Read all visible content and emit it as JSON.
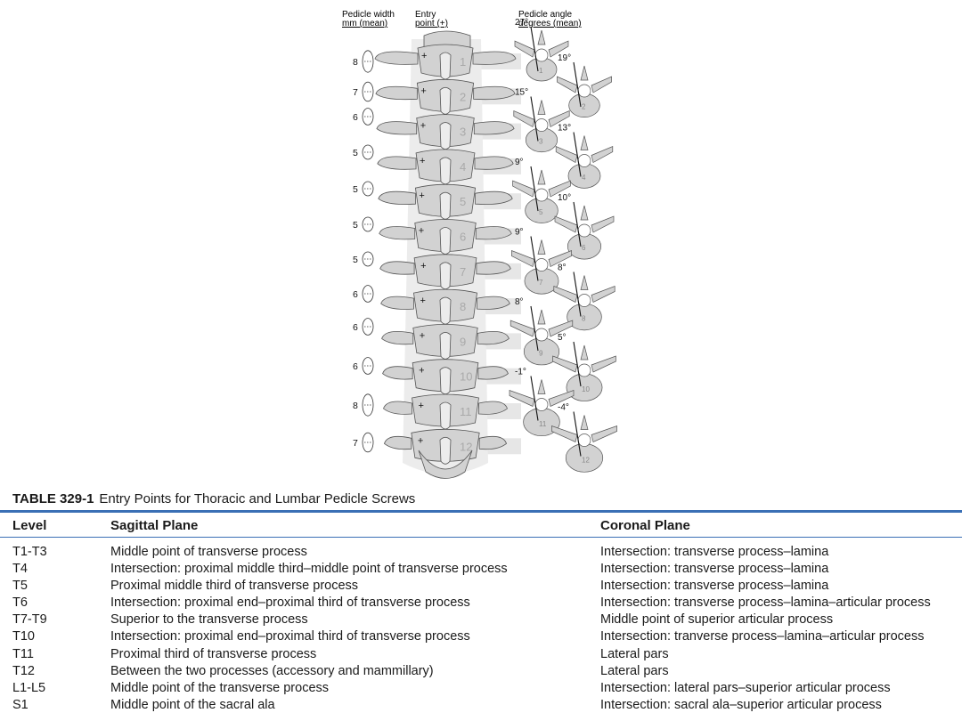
{
  "figure": {
    "headers": {
      "pedicle_width_line1": "Pedicle width",
      "pedicle_width_line2": "mm (mean)",
      "entry_line1": "Entry",
      "entry_line2": "point (+)",
      "angle_line1": "Pedicle angle",
      "angle_line2": "degrees (mean)"
    },
    "vertebrae": [
      {
        "level": "1",
        "width_mm": "8",
        "angle_label": "27°"
      },
      {
        "level": "2",
        "width_mm": "7",
        "angle_label": "19°"
      },
      {
        "level": "3",
        "width_mm": "6",
        "angle_label": "15°"
      },
      {
        "level": "4",
        "width_mm": "5",
        "angle_label": "13°"
      },
      {
        "level": "5",
        "width_mm": "5",
        "angle_label": "9°"
      },
      {
        "level": "6",
        "width_mm": "5",
        "angle_label": "10°"
      },
      {
        "level": "7",
        "width_mm": "5",
        "angle_label": "9°"
      },
      {
        "level": "8",
        "width_mm": "6",
        "angle_label": "8°"
      },
      {
        "level": "9",
        "width_mm": "6",
        "angle_label": "8°"
      },
      {
        "level": "10",
        "width_mm": "6",
        "angle_label": "5°"
      },
      {
        "level": "11",
        "width_mm": "8",
        "angle_label": "-1°"
      },
      {
        "level": "12",
        "width_mm": "7",
        "angle_label": "-4°"
      }
    ],
    "colors": {
      "bone": "#d2d2d2",
      "bone_dark": "#a9a9a9",
      "bone_light": "#ececec",
      "outline": "#555555",
      "connector": "#e6e6e6"
    }
  },
  "table": {
    "number": "TABLE 329-1",
    "title": "Entry Points for Thoracic and Lumbar Pedicle Screws",
    "headers": {
      "level": "Level",
      "sagittal": "Sagittal Plane",
      "coronal": "Coronal Plane"
    },
    "rule_color": "#3a6fb5",
    "rows": [
      {
        "level": "T1-T3",
        "sagittal": "Middle point of transverse process",
        "coronal": "Intersection: transverse process–lamina"
      },
      {
        "level": "T4",
        "sagittal": "Intersection: proximal middle third–middle point of transverse process",
        "coronal": "Intersection: transverse process–lamina"
      },
      {
        "level": "T5",
        "sagittal": "Proximal middle third of transverse process",
        "coronal": "Intersection: transverse process–lamina"
      },
      {
        "level": "T6",
        "sagittal": "Intersection: proximal end–proximal third of transverse process",
        "coronal": "Intersection: transverse process–lamina–articular process"
      },
      {
        "level": "T7-T9",
        "sagittal": "Superior to the transverse process",
        "coronal": "Middle point of superior articular process"
      },
      {
        "level": "T10",
        "sagittal": "Intersection: proximal end–proximal third of transverse process",
        "coronal": "Intersection: tranverse process–lamina–articular process"
      },
      {
        "level": "T11",
        "sagittal": "Proximal third of transverse process",
        "coronal": "Lateral pars"
      },
      {
        "level": "T12",
        "sagittal": "Between the two processes (accessory and mammillary)",
        "coronal": "Lateral pars"
      },
      {
        "level": "L1-L5",
        "sagittal": "Middle point of the transverse process",
        "coronal": "Intersection: lateral pars–superior articular process"
      },
      {
        "level": "S1",
        "sagittal": "Middle point of the sacral ala",
        "coronal": "Intersection: sacral ala–superior articular process"
      }
    ]
  }
}
